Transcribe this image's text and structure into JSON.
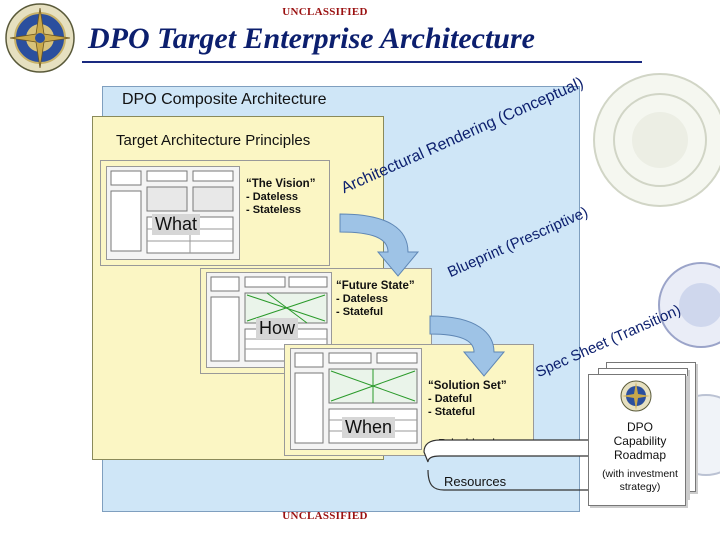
{
  "header": {
    "classification_top": "UNCLASSIFIED",
    "title": "DPO Target Enterprise Architecture",
    "classification_bottom": "UNCLASSIFIED"
  },
  "diagram": {
    "composite_label": "DPO Composite Architecture",
    "principles_label": "Target Architecture Principles",
    "stages": [
      {
        "word": "What",
        "callout_title": "“The Vision”",
        "callout_lines": [
          "- Dateless",
          "- Stateless"
        ]
      },
      {
        "word": "How",
        "callout_title": "“Future State”",
        "callout_lines": [
          "- Dateless",
          "- Stateful"
        ]
      },
      {
        "word": "When",
        "callout_title": "“Solution Set”",
        "callout_lines": [
          "- Dateful",
          "- Stateful"
        ]
      }
    ],
    "rendering_labels": [
      "Architectural Rendering (Conceptual)",
      "Blueprint (Prescriptive)",
      "Spec Sheet (Transition)"
    ],
    "prioritization_label": "Prioritization",
    "resources_label": "Resources",
    "roadmap": {
      "title_lines": [
        "DPO",
        "Capability",
        "Roadmap"
      ],
      "subtitle_lines": [
        "(with investment",
        "strategy)"
      ]
    }
  },
  "colors": {
    "title": "#0c1f6e",
    "classification": "#9a1010",
    "composite_fill": "#cfe6f7",
    "principles_fill": "#fbf6c4",
    "arrow_fill": "#9ec3e6"
  }
}
